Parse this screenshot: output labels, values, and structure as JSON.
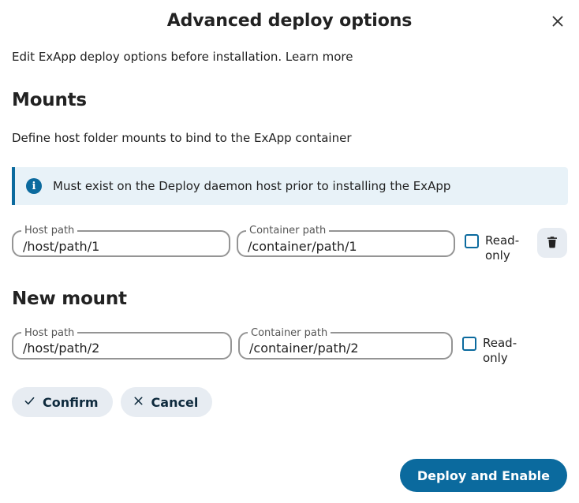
{
  "dialog": {
    "title": "Advanced deploy options",
    "close_icon": "close-icon",
    "intro": "Edit ExApp deploy options before installation. Learn more"
  },
  "mounts_section": {
    "heading": "Mounts",
    "description": "Define host folder mounts to bind to the ExApp container",
    "note": {
      "icon": "info-icon",
      "glyph": "i",
      "text": "Must exist on the Deploy daemon host prior to installing the ExApp",
      "accent_color": "#0b6a9e",
      "background_color": "#e8f2f8"
    },
    "rows": [
      {
        "host_path_label": "Host path",
        "host_path_value": "/host/path/1",
        "container_path_label": "Container path",
        "container_path_value": "/container/path/1",
        "readonly_label": "Read-only",
        "readonly_checked": false,
        "delete_icon": "trash-icon"
      }
    ]
  },
  "new_mount_section": {
    "heading": "New mount",
    "row": {
      "host_path_label": "Host path",
      "host_path_value": "/host/path/2",
      "container_path_label": "Container path",
      "container_path_value": "/container/path/2",
      "readonly_label": "Read-only",
      "readonly_checked": false
    },
    "confirm_label": "Confirm",
    "confirm_icon": "check-icon",
    "cancel_label": "Cancel",
    "cancel_icon": "close-icon"
  },
  "footer": {
    "primary_label": "Deploy and Enable",
    "primary_color": "#0b6a9e"
  }
}
